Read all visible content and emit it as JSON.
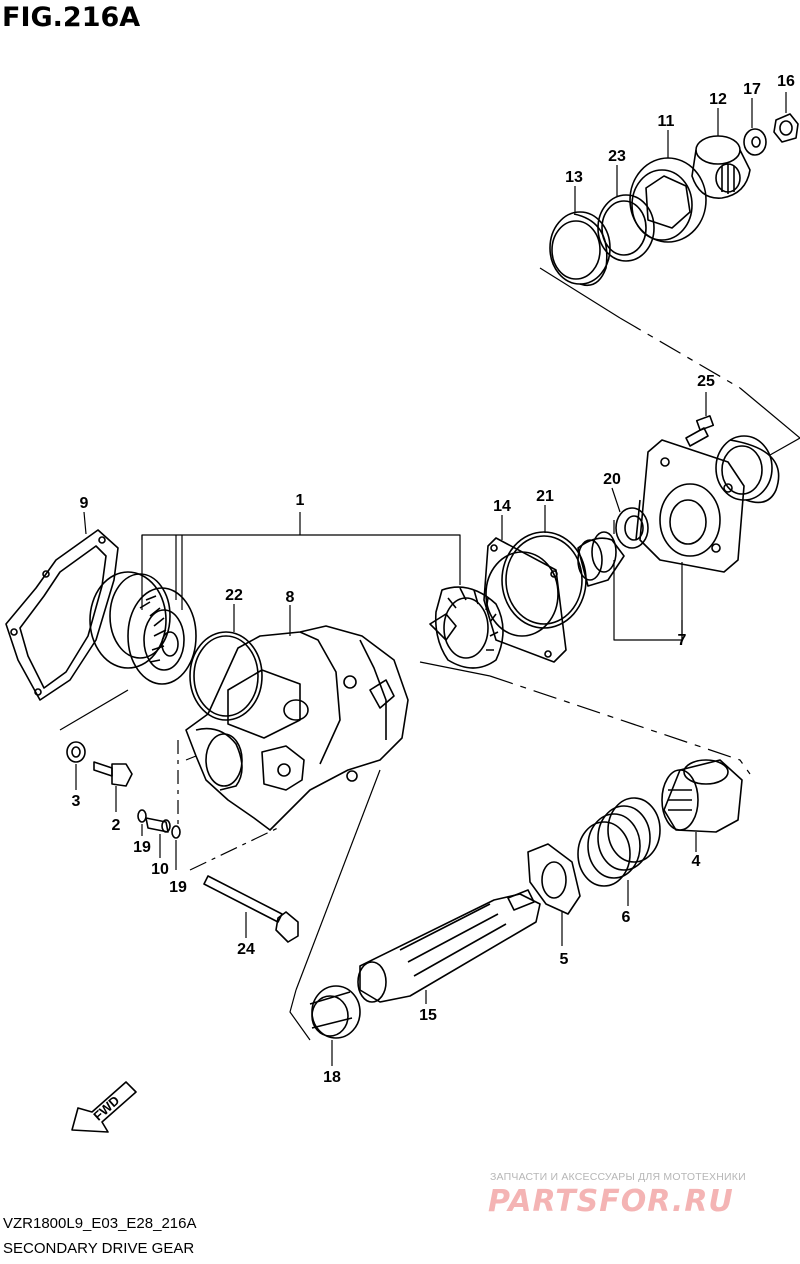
{
  "figure": {
    "title": "FIG.216A"
  },
  "callouts": {
    "c1": "1",
    "c2": "2",
    "c3": "3",
    "c4": "4",
    "c5": "5",
    "c6": "6",
    "c7": "7",
    "c8": "8",
    "c9": "9",
    "c10": "10",
    "c11": "11",
    "c12": "12",
    "c13": "13",
    "c14": "14",
    "c15": "15",
    "c16": "16",
    "c17": "17",
    "c18": "18",
    "c19a": "19",
    "c19b": "19",
    "c20": "20",
    "c21": "21",
    "c22": "22",
    "c23": "23",
    "c24": "24",
    "c25": "25"
  },
  "fwd_arrow": {
    "label": "FWD"
  },
  "footer": {
    "model_code": "VZR1800L9_E03_E28_216A",
    "caption": "SECONDARY DRIVE GEAR"
  },
  "watermark": {
    "tagline": "ЗАПЧАСТИ И АКСЕССУАРЫ ДЛЯ МОТОТЕХНИКИ",
    "logo": "PARTSFOR.RU",
    "color": "#f4b4b4"
  },
  "colors": {
    "line": "#000000",
    "background": "#ffffff"
  }
}
